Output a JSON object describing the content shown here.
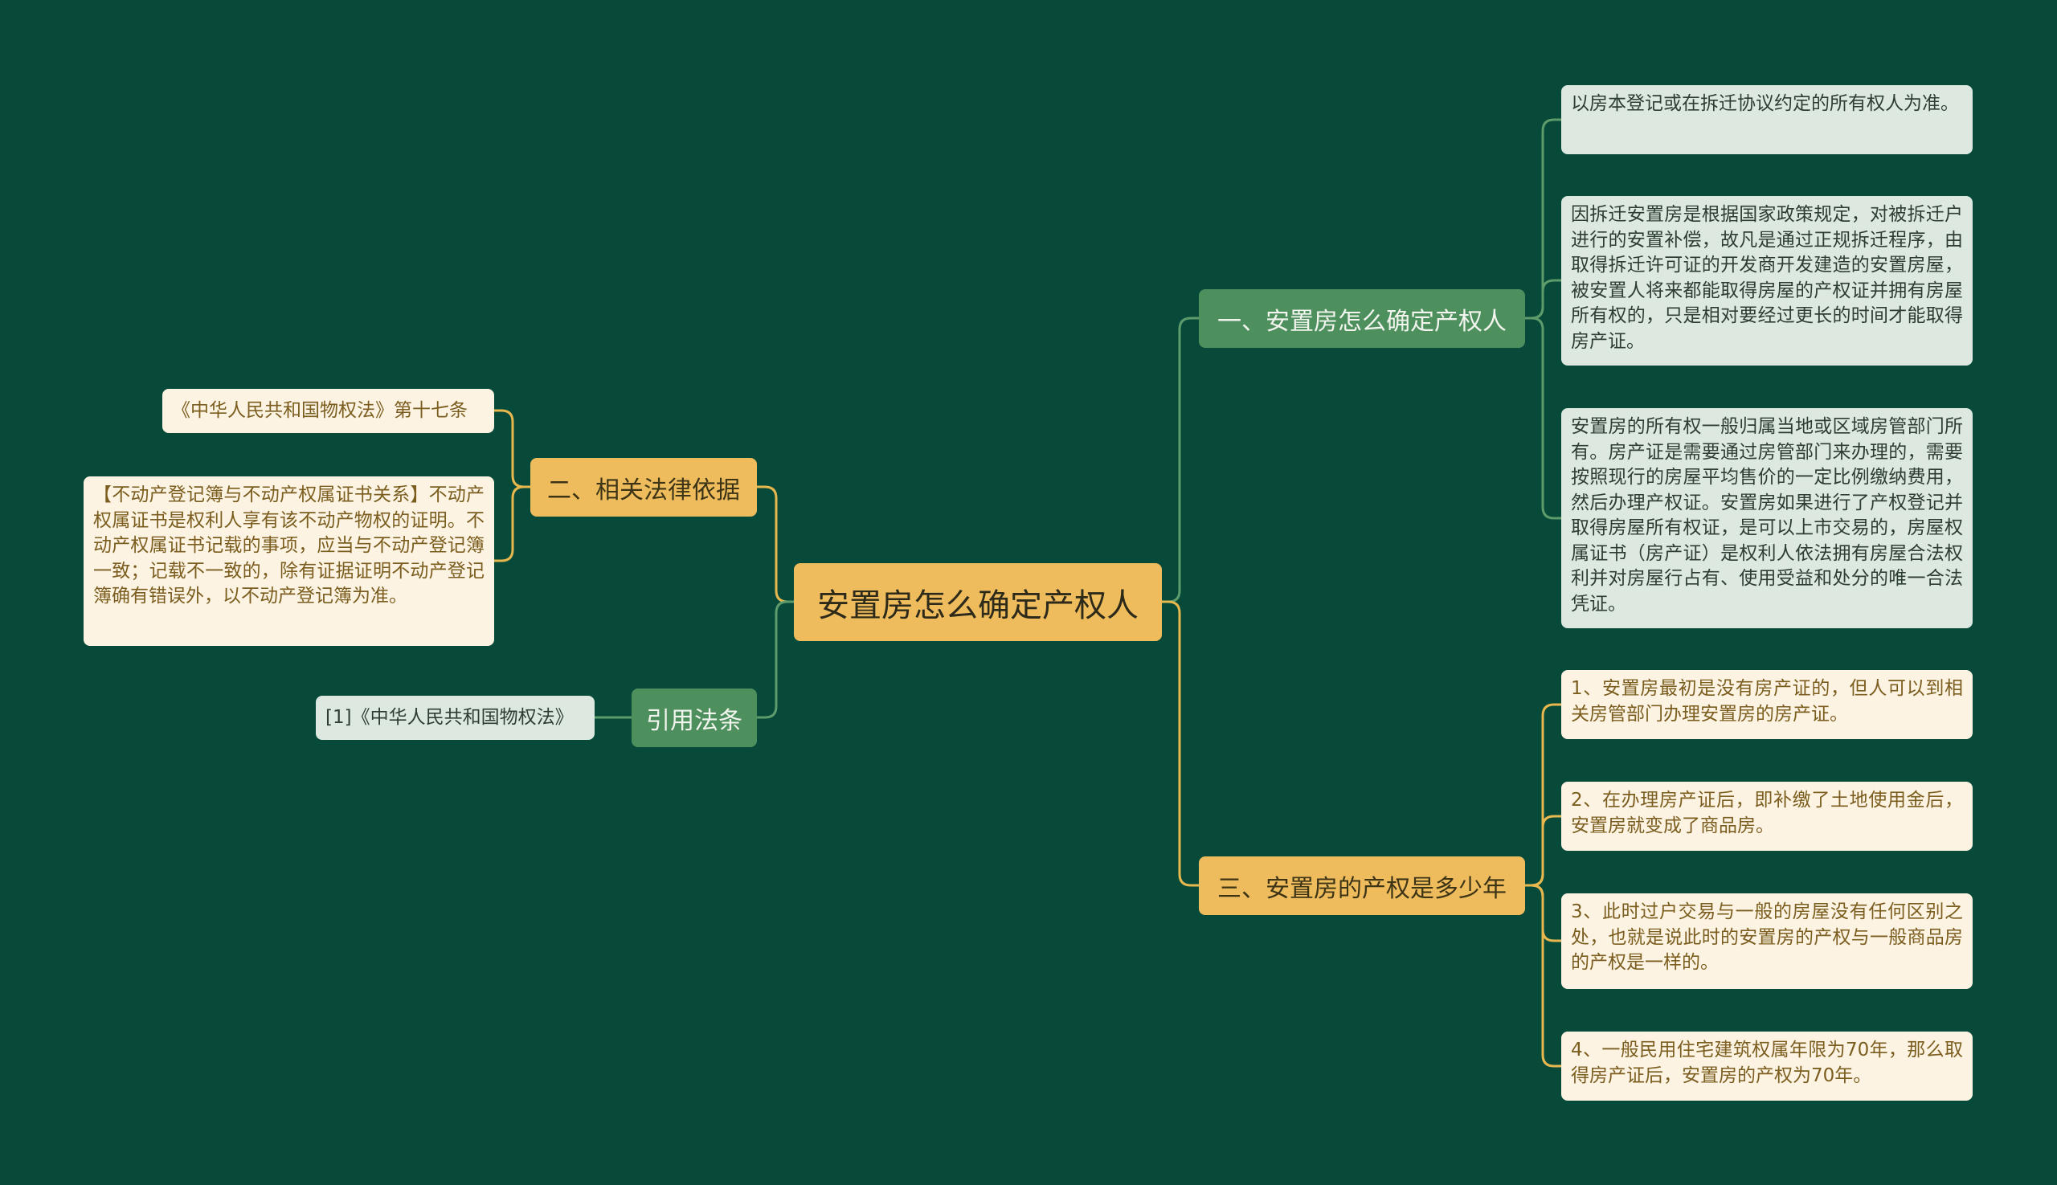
{
  "root": {
    "label": "安置房怎么确定产权人"
  },
  "colors": {
    "background": "#074a39",
    "gold": "#eebc5d",
    "green_branch": "#4e8f5e",
    "green_leaf": "#dde9e0",
    "cream_leaf": "#fdf3e2",
    "line_green": "#5e9b6b",
    "line_gold": "#e8b84f"
  },
  "right": {
    "branch1": {
      "label": "一、安置房怎么确定产权人",
      "leaves": [
        "以房本登记或在拆迁协议约定的所有权人为准。",
        "因拆迁安置房是根据国家政策规定，对被拆迁户进行的安置补偿，故凡是通过正规拆迁程序，由取得拆迁许可证的开发商开发建造的安置房屋，被安置人将来都能取得房屋的产权证并拥有房屋所有权的，只是相对要经过更长的时间才能取得房产证。",
        "安置房的所有权一般归属当地或区域房管部门所有。房产证是需要通过房管部门来办理的，需要按照现行的房屋平均售价的一定比例缴纳费用，然后办理产权证。安置房如果进行了产权登记并取得房屋所有权证，是可以上市交易的，房屋权属证书（房产证）是权利人依法拥有房屋合法权利并对房屋行占有、使用受益和处分的唯一合法凭证。"
      ]
    },
    "branch3": {
      "label": "三、安置房的产权是多少年",
      "leaves": [
        "1、安置房最初是没有房产证的，但人可以到相关房管部门办理安置房的房产证。",
        "2、在办理房产证后，即补缴了土地使用金后，安置房就变成了商品房。",
        "3、此时过户交易与一般的房屋没有任何区别之处，也就是说此时的安置房的产权与一般商品房的产权是一样的。",
        "4、一般民用住宅建筑权属年限为70年，那么取得房产证后，安置房的产权为70年。"
      ]
    }
  },
  "left": {
    "branch2": {
      "label": "二、相关法律依据",
      "leaves": [
        "《中华人民共和国物权法》第十七条",
        "【不动产登记簿与不动产权属证书关系】不动产权属证书是权利人享有该不动产物权的证明。不动产权属证书记载的事项，应当与不动产登记簿一致；记载不一致的，除有证据证明不动产登记簿确有错误外，以不动产登记簿为准。"
      ]
    },
    "citation": {
      "label": "引用法条",
      "leaves": [
        "[1]《中华人民共和国物权法》"
      ]
    }
  }
}
